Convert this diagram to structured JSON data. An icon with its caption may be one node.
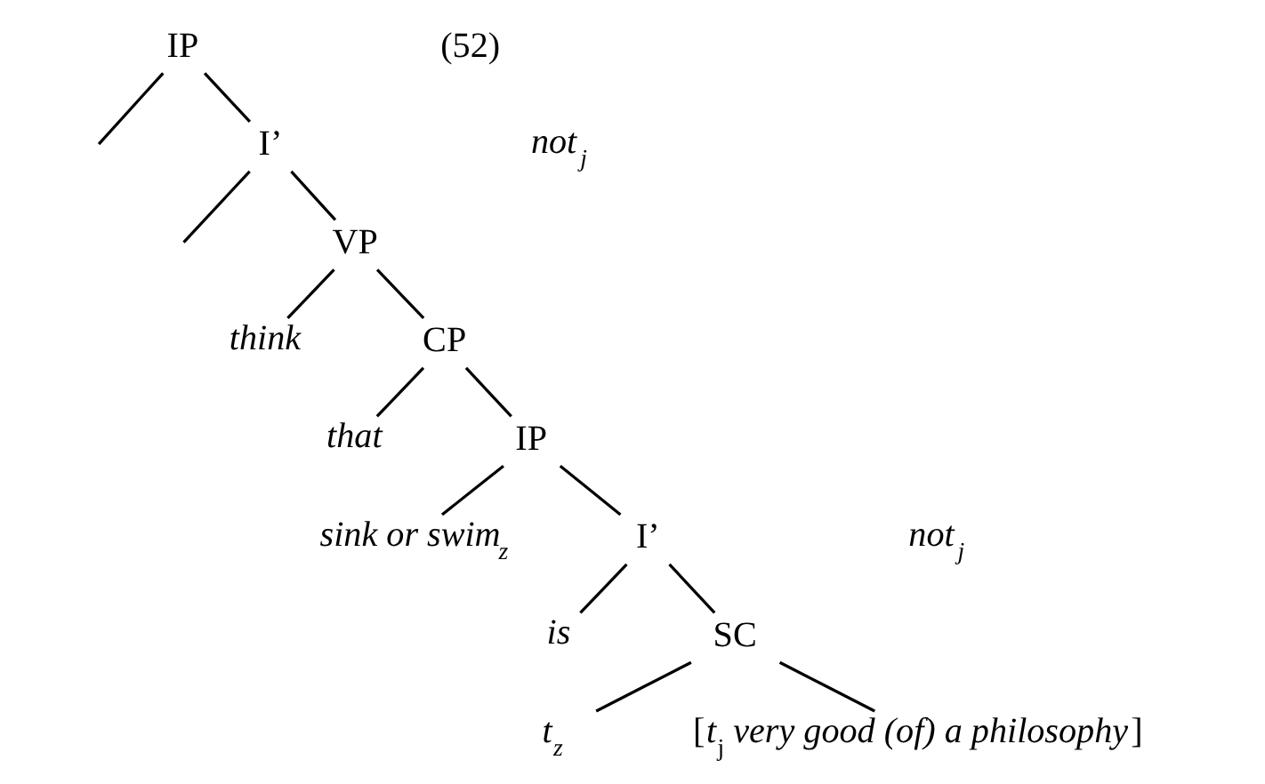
{
  "diagram": {
    "nodes": [
      {
        "text": [
          "IP"
        ]
      },
      {
        "text": [
          "I’"
        ]
      },
      {
        "text": [
          "VP"
        ]
      },
      {
        "text": [
          "think"
        ]
      },
      {
        "text": [
          "CP"
        ]
      },
      {
        "text": [
          "that"
        ]
      },
      {
        "text": [
          "IP"
        ]
      },
      {
        "text": [
          "sink or swim$_{z}$"
        ]
      },
      {
        "text": [
          "I’"
        ]
      },
      {
        "text": [
          "is"
        ]
      },
      {
        "text": [
          "SC"
        ]
      },
      {
        "text": [
          "t$_{z}$"
        ]
      },
      {
        "text": [
          "[*t*$_{j}$ *very good (of) a philosophy*]"
        ]
      }
    ],
    "edges": [
      {
        "from": 0,
        "to": null,
        "arrow": "none"
      },
      {
        "from": 0,
        "to": 1,
        "arrow": "none"
      },
      {
        "from": 1,
        "to": null,
        "arrow": "none"
      },
      {
        "from": 1,
        "to": 2,
        "arrow": "none"
      },
      {
        "from": 2,
        "to": 3,
        "arrow": "none"
      },
      {
        "from": 2,
        "to": 4,
        "arrow": "none"
      },
      {
        "from": 4,
        "to": 5,
        "arrow": "none"
      },
      {
        "from": 4,
        "to": 6,
        "arrow": "none"
      },
      {
        "from": 6,
        "to": 7,
        "arrow": "none"
      },
      {
        "from": 6,
        "to": 8,
        "arrow": "none"
      },
      {
        "from": 8,
        "to": 9,
        "arrow": "none"
      },
      {
        "from": 8,
        "to": 10,
        "arrow": "none"
      },
      {
        "from": 10,
        "to": 11,
        "arrow": "none"
      },
      {
        "from": 10,
        "to": 12,
        "arrow": "none"
      }
    ],
    "labels": [
      "(52)",
      "not$_{j}$",
      "not$_{j}$"
    ]
  }
}
